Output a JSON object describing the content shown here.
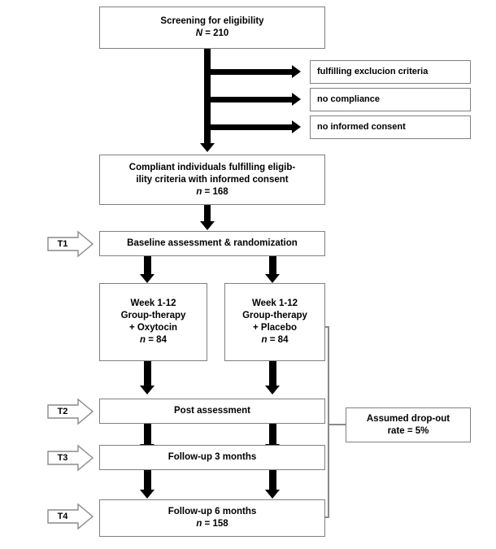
{
  "diagram": {
    "title": "Study flow diagram",
    "colors": {
      "background": "#ffffff",
      "box_border": "#808080",
      "connector": "#000000",
      "thin_connector": "#8a8a8a",
      "text": "#000000"
    }
  },
  "nodes": {
    "screening": {
      "line1": "Screening for eligibility",
      "line2_var": "N",
      "line2_rest": " = 210"
    },
    "exclusions": [
      {
        "label": "fulfilling exclucion criteria"
      },
      {
        "label": "no compliance"
      },
      {
        "label": "no informed consent"
      }
    ],
    "compliant": {
      "line1": "Compliant individuals fulfilling eligib-",
      "line2": "ility criteria with informed consent",
      "line3_var": "n",
      "line3_rest": " = 168"
    },
    "baseline": {
      "line1": "Baseline assessment & randomization"
    },
    "arm_oxytocin": {
      "line1": "Week 1-12",
      "line2": "Group-therapy",
      "line3": "+ Oxytocin",
      "line4_var": "n",
      "line4_rest": " = 84"
    },
    "arm_placebo": {
      "line1": "Week 1-12",
      "line2": "Group-therapy",
      "line3": "+ Placebo",
      "line4_var": "n",
      "line4_rest": " = 84"
    },
    "post_assessment": {
      "line1": "Post assessment"
    },
    "followup_3": {
      "line1": "Follow-up 3 months"
    },
    "followup_6": {
      "line1": "Follow-up 6 months",
      "line2_var": "n",
      "line2_rest": " = 158"
    },
    "dropout": {
      "line1": "Assumed drop-out",
      "line2": "rate = 5%"
    }
  },
  "timepoints": [
    {
      "id": "T1",
      "label": "T1"
    },
    {
      "id": "T2",
      "label": "T2"
    },
    {
      "id": "T3",
      "label": "T3"
    },
    {
      "id": "T4",
      "label": "T4"
    }
  ]
}
